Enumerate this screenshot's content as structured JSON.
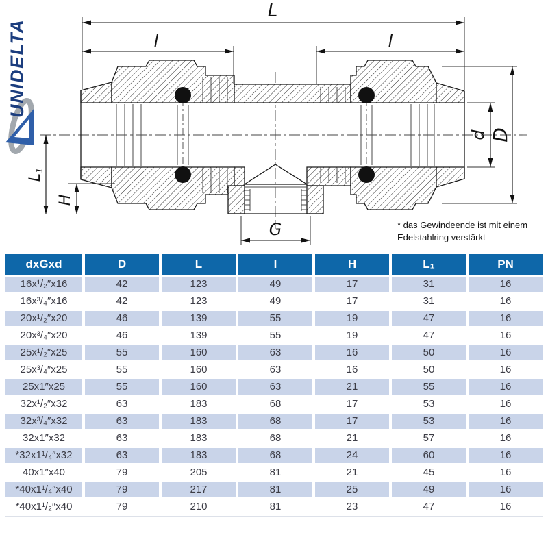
{
  "logo": {
    "text": "UNIDELTA"
  },
  "note": {
    "line1": "* das Gewindeende ist mit einem",
    "line2": "Edelstahlring verstärkt"
  },
  "drawing": {
    "labels": {
      "L": "L",
      "l_left": "l",
      "l_right": "l",
      "d": "d",
      "D": "D",
      "L1": "L",
      "L1_sub": "1",
      "H": "H",
      "G": "G"
    }
  },
  "colors": {
    "header-bg": "#0e67a9",
    "row-alt-bg": "#c9d4e9",
    "cell-text": "#3d3d46",
    "logo-navy": "#1b3d7e",
    "logo-blue": "#2f5fa9",
    "logo-gray": "#a2a8ae",
    "drawing-line": "#1a1a1a"
  },
  "table": {
    "headers": [
      "dxGxd",
      "D",
      "L",
      "I",
      "H",
      "L₁",
      "PN"
    ],
    "rows": [
      [
        "16x¹/₂″x16",
        "42",
        "123",
        "49",
        "17",
        "31",
        "16"
      ],
      [
        "16x³/₄″x16",
        "42",
        "123",
        "49",
        "17",
        "31",
        "16"
      ],
      [
        "20x¹/₂″x20",
        "46",
        "139",
        "55",
        "19",
        "47",
        "16"
      ],
      [
        "20x³/₄″x20",
        "46",
        "139",
        "55",
        "19",
        "47",
        "16"
      ],
      [
        "25x¹/₂″x25",
        "55",
        "160",
        "63",
        "16",
        "50",
        "16"
      ],
      [
        "25x³/₄″x25",
        "55",
        "160",
        "63",
        "16",
        "50",
        "16"
      ],
      [
        "25x1″x25",
        "55",
        "160",
        "63",
        "21",
        "55",
        "16"
      ],
      [
        "32x¹/₂″x32",
        "63",
        "183",
        "68",
        "17",
        "53",
        "16"
      ],
      [
        "32x³/₄″x32",
        "63",
        "183",
        "68",
        "17",
        "53",
        "16"
      ],
      [
        "32x1″x32",
        "63",
        "183",
        "68",
        "21",
        "57",
        "16"
      ],
      [
        "*32x1¹/₄″x32",
        "63",
        "183",
        "68",
        "24",
        "60",
        "16"
      ],
      [
        "40x1″x40",
        "79",
        "205",
        "81",
        "21",
        "45",
        "16"
      ],
      [
        "*40x1¹/₄″x40",
        "79",
        "217",
        "81",
        "25",
        "49",
        "16"
      ],
      [
        "*40x1¹/₂″x40",
        "79",
        "210",
        "81",
        "23",
        "47",
        "16"
      ]
    ]
  }
}
